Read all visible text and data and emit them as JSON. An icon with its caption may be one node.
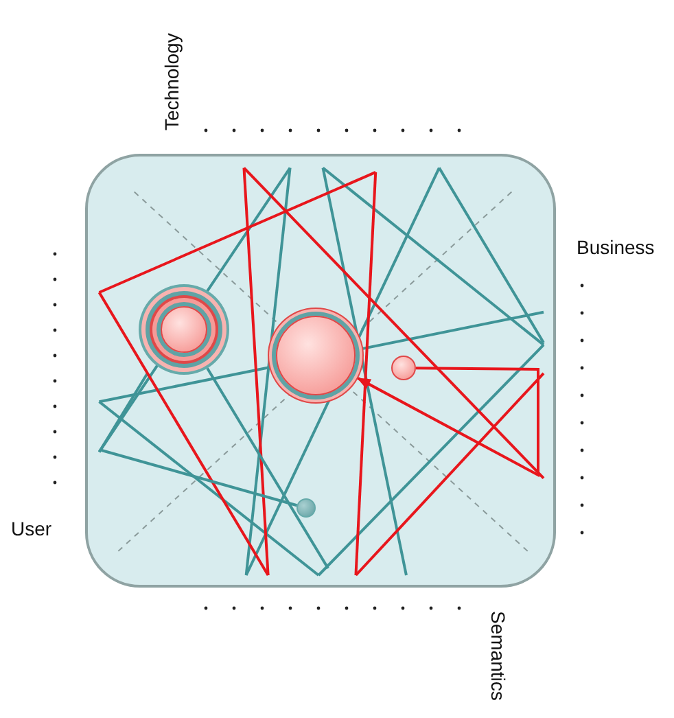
{
  "diagram": {
    "nodes": [
      {
        "text": [],
        "shape": "box"
      },
      {
        "text": [],
        "shape": "circle",
        "in": 0
      },
      {
        "text": [],
        "shape": "circle",
        "in": 0
      },
      {
        "text": [],
        "shape": "circle",
        "in": 0
      },
      {
        "text": [],
        "shape": "circle",
        "in": 0
      }
    ],
    "edges": [
      {
        "from": 3,
        "to": 2,
        "arrow": "to",
        "color": "#e8161c"
      },
      {
        "from": null,
        "to": 4,
        "arrow": "none"
      },
      {
        "from": 1,
        "to": null,
        "arrow": "none"
      }
    ],
    "labels": [
      "Technology",
      "Business",
      "User",
      "Semantics"
    ]
  }
}
